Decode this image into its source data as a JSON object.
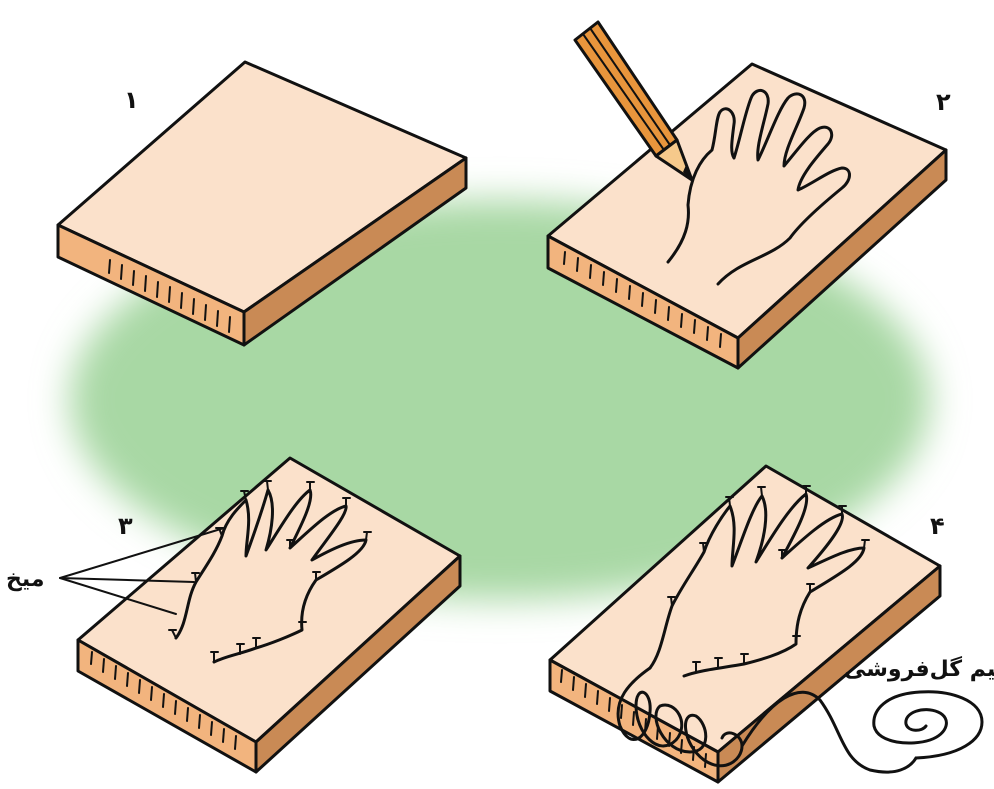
{
  "steps": [
    {
      "number": "١"
    },
    {
      "number": "٢"
    },
    {
      "number": "٣"
    },
    {
      "number": "۴"
    }
  ],
  "labels": {
    "nail": "میخ",
    "florist_wire": "سیم گل‌فروشی"
  },
  "colors": {
    "background_blob": "#a8d8a4",
    "board_top": "#fbe1cb",
    "board_front": "#f2b47e",
    "board_side": "#c98a55",
    "pencil_body": "#e8953c",
    "pencil_wood": "#f6c98b",
    "ink": "#111111"
  },
  "icons": [
    "wood-board",
    "pencil-icon",
    "nail-icon",
    "wire-coil-icon"
  ]
}
